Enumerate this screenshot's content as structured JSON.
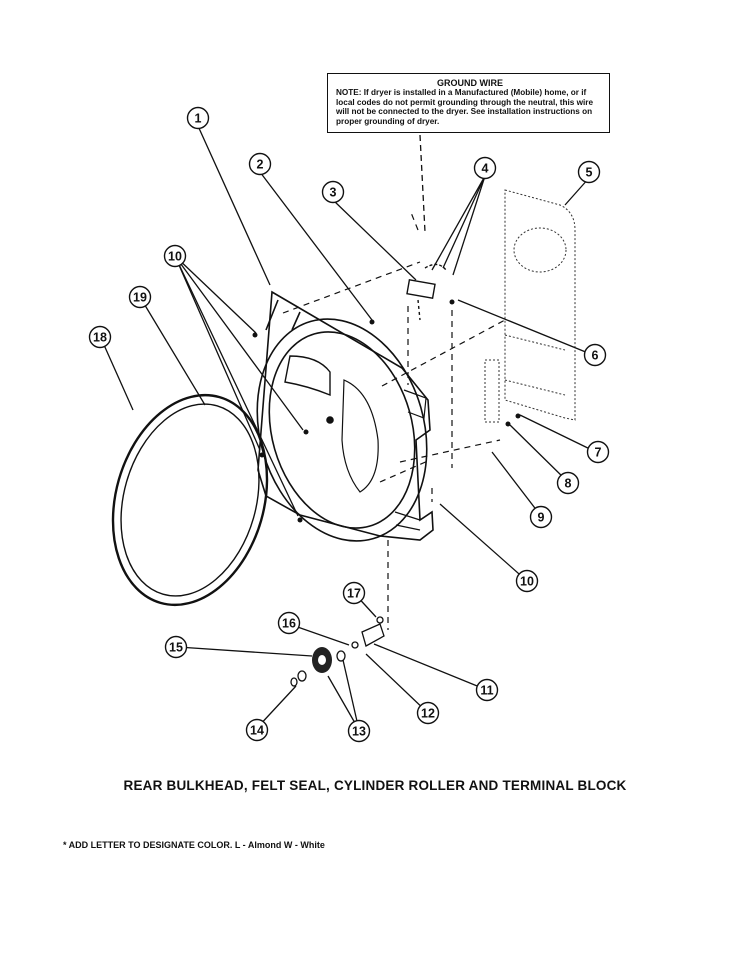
{
  "ground_wire_note": {
    "title": "GROUND WIRE",
    "text": "NOTE: If dryer is installed in a Manufactured (Mobile) home, or if local codes do not permit grounding through the neutral, this wire will not be connected to the dryer. See installation instructions on proper grounding of dryer."
  },
  "caption": "REAR BULKHEAD, FELT SEAL, CYLINDER ROLLER AND TERMINAL BLOCK",
  "footnote": "* ADD LETTER TO DESIGNATE COLOR.  L - Almond  W - White",
  "callouts": [
    "1",
    "2",
    "3",
    "4",
    "5",
    "6",
    "7",
    "8",
    "9",
    "10",
    "10",
    "11",
    "12",
    "13",
    "14",
    "15",
    "16",
    "17",
    "18",
    "19"
  ],
  "colors": {
    "ink": "#111111",
    "paper": "#ffffff"
  }
}
